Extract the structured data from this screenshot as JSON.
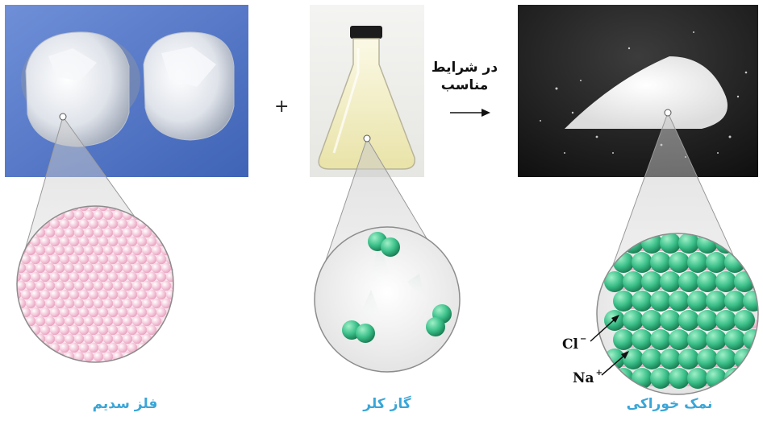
{
  "labels": {
    "sodium": "فلز سدیم",
    "chlorine": "گاز کلر",
    "salt": "نمک خوراکی"
  },
  "operator": "+",
  "condition": {
    "line1": "در شرایط",
    "line2": "مناسب"
  },
  "ions": {
    "chloride": "Cl",
    "chloride_charge": "−",
    "sodium": "Na",
    "sodium_charge": "+"
  },
  "colors": {
    "label": "#3aa6d8",
    "sodium_atom": "#f2c6d8",
    "chlorine_atom": "#3cc08a",
    "photo_blue": "#4c72c4"
  }
}
